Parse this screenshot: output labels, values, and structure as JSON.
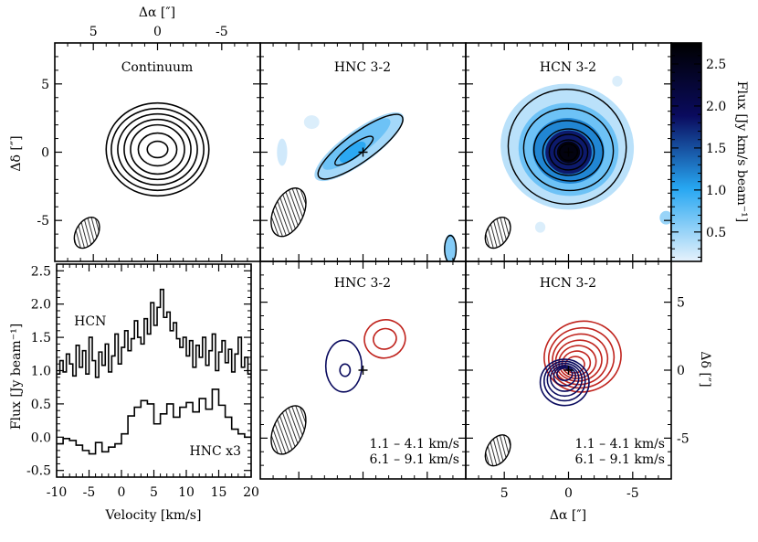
{
  "chart_data": [
    {
      "type": "contour",
      "panel": "continuum",
      "title": "Continuum",
      "xlabel": "Δα [″]",
      "ylabel": "Δδ [″]",
      "xlim": [
        8,
        -8
      ],
      "ylim": [
        -8,
        8
      ],
      "xticks": [
        5,
        0,
        -5
      ],
      "yticks": [
        5,
        0,
        -5
      ],
      "contours": {
        "color": "#000000",
        "center": [
          0,
          0.2
        ],
        "levels": [
          {
            "rx": 0.8,
            "ry": 0.6
          },
          {
            "rx": 1.5,
            "ry": 1.2
          },
          {
            "rx": 2.1,
            "ry": 1.8
          },
          {
            "rx": 2.6,
            "ry": 2.2
          },
          {
            "rx": 3.1,
            "ry": 2.6
          },
          {
            "rx": 3.6,
            "ry": 3.0
          },
          {
            "rx": 4.0,
            "ry": 3.4
          }
        ]
      },
      "beam": {
        "x": 5.5,
        "y": -5.9,
        "major": 2.6,
        "minor": 1.6,
        "angle_deg": 60
      }
    },
    {
      "type": "contour",
      "panel": "hnc_moment0",
      "title": "HNC 3-2",
      "xlim": [
        8,
        -8
      ],
      "ylim": [
        -8,
        8
      ],
      "filled_regions": [
        {
          "x": 0.3,
          "y": 0.4,
          "rx": 4.2,
          "ry": 1.2,
          "angle_deg": -36,
          "level": 0.45
        },
        {
          "x": 0.5,
          "y": 0.6,
          "rx": 3.2,
          "ry": 0.8,
          "angle_deg": -36,
          "level": 0.7
        },
        {
          "x": 0.8,
          "y": 0.0,
          "rx": 1.2,
          "ry": 0.5,
          "angle_deg": -36,
          "level": 1.0
        },
        {
          "x": 6.3,
          "y": 0.0,
          "rx": 0.4,
          "ry": 1.0,
          "angle_deg": 0,
          "level": 0.25
        },
        {
          "x": 4.0,
          "y": 2.2,
          "rx": 0.6,
          "ry": 0.5,
          "angle_deg": 0,
          "level": 0.2
        },
        {
          "x": -6.8,
          "y": -7.1,
          "rx": 0.5,
          "ry": 1.1,
          "angle_deg": 0,
          "level": 0.6
        }
      ],
      "contours": [
        {
          "x": 0.2,
          "y": 0.4,
          "rx": 4.0,
          "ry": 1.05,
          "angle_deg": -36
        },
        {
          "x": 0.7,
          "y": 0.1,
          "rx": 1.8,
          "ry": 0.45,
          "angle_deg": -36
        },
        {
          "x": -6.8,
          "y": -7.1,
          "rx": 0.45,
          "ry": 1.0,
          "angle_deg": 0
        }
      ],
      "marker": {
        "x": 0,
        "y": 0
      },
      "beam": {
        "x": 5.8,
        "y": -4.4,
        "major": 4.0,
        "minor": 2.2,
        "angle_deg": 65
      }
    },
    {
      "type": "contour",
      "panel": "hcn_moment0",
      "title": "HCN 3-2",
      "xlim": [
        8,
        -8
      ],
      "ylim": [
        -8,
        8
      ],
      "filled_regions": [
        {
          "x": 0.1,
          "y": 0.4,
          "rx": 5.2,
          "ry": 4.6,
          "angle_deg": 10,
          "level": 0.35
        },
        {
          "x": 0.0,
          "y": 0.2,
          "rx": 3.9,
          "ry": 3.4,
          "angle_deg": 10,
          "level": 0.7
        },
        {
          "x": 0.0,
          "y": 0.1,
          "rx": 2.8,
          "ry": 2.4,
          "angle_deg": 10,
          "level": 1.2
        },
        {
          "x": 0.0,
          "y": 0.0,
          "rx": 1.8,
          "ry": 1.6,
          "angle_deg": 0,
          "level": 1.8
        },
        {
          "x": 0.0,
          "y": 0.0,
          "rx": 0.9,
          "ry": 0.8,
          "angle_deg": 0,
          "level": 2.6
        },
        {
          "x": -7.6,
          "y": -4.8,
          "rx": 0.5,
          "ry": 0.5,
          "angle_deg": 0,
          "level": 0.5
        },
        {
          "x": -3.8,
          "y": 5.2,
          "rx": 0.4,
          "ry": 0.4,
          "angle_deg": 0,
          "level": 0.2
        },
        {
          "x": 2.2,
          "y": -5.5,
          "rx": 0.4,
          "ry": 0.4,
          "angle_deg": 0,
          "level": 0.2
        }
      ],
      "contours": [
        {
          "x": 0.1,
          "y": 0.4,
          "rx": 4.6,
          "ry": 4.2,
          "angle_deg": 10
        },
        {
          "x": 0.0,
          "y": 0.2,
          "rx": 3.5,
          "ry": 3.0,
          "angle_deg": 10
        },
        {
          "x": 0.0,
          "y": 0.1,
          "rx": 2.7,
          "ry": 2.2,
          "angle_deg": 10
        },
        {
          "x": 0.0,
          "y": 0.0,
          "rx": 2.0,
          "ry": 1.7,
          "angle_deg": 0
        },
        {
          "x": 0.0,
          "y": 0.0,
          "rx": 1.5,
          "ry": 1.3,
          "angle_deg": 0
        },
        {
          "x": 0.0,
          "y": 0.0,
          "rx": 1.1,
          "ry": 0.9,
          "angle_deg": 0
        },
        {
          "x": 0.0,
          "y": 0.0,
          "rx": 0.7,
          "ry": 0.6,
          "angle_deg": 0
        }
      ],
      "marker": {
        "x": 0,
        "y": 0
      },
      "beam": {
        "x": 5.5,
        "y": -5.9,
        "major": 2.6,
        "minor": 1.6,
        "angle_deg": 60
      }
    },
    {
      "type": "colorbar",
      "label": "Flux [Jy km/s beam⁻¹]",
      "range": [
        0.15,
        2.75
      ],
      "ticks": [
        0.5,
        1.0,
        1.5,
        2.0,
        2.5
      ],
      "tick_labels": [
        "0.5",
        "1.0",
        "1.5",
        "2.0",
        "2.5"
      ],
      "colors": [
        "#e6f2fc",
        "#27a7f2",
        "#0a0b5e",
        "#000000"
      ]
    },
    {
      "type": "line",
      "panel": "spectra",
      "xlabel": "Velocity [km/s]",
      "ylabel": "Flux [Jy beam⁻¹]",
      "xlim": [
        -10,
        20
      ],
      "ylim": [
        -0.6,
        2.6
      ],
      "xticks": [
        -10,
        -5,
        0,
        5,
        10,
        15,
        20
      ],
      "yticks": [
        -0.5,
        0.0,
        0.5,
        1.0,
        1.5,
        2.0,
        2.5
      ],
      "series": [
        {
          "name": "HCN",
          "step": true,
          "x": [
            -10,
            -9.5,
            -9,
            -8.5,
            -8,
            -7.5,
            -7,
            -6.5,
            -6,
            -5.5,
            -5,
            -4.5,
            -4,
            -3.5,
            -3,
            -2.5,
            -2,
            -1.5,
            -1,
            -0.5,
            0,
            0.5,
            1,
            1.5,
            2,
            2.5,
            3,
            3.5,
            4,
            4.5,
            5,
            5.5,
            6,
            6.5,
            7,
            7.5,
            8,
            8.5,
            9,
            9.5,
            10,
            10.5,
            11,
            11.5,
            12,
            12.5,
            13,
            13.5,
            14,
            14.5,
            15,
            15.5,
            16,
            16.5,
            17,
            17.5,
            18,
            18.5,
            19,
            19.5
          ],
          "values": [
            0.95,
            1.15,
            0.98,
            1.25,
            1.1,
            0.92,
            1.38,
            1.05,
            1.3,
            0.95,
            1.5,
            1.15,
            0.9,
            1.28,
            1.08,
            1.4,
            0.98,
            1.22,
            1.55,
            1.1,
            1.35,
            1.6,
            1.3,
            1.48,
            1.75,
            1.5,
            1.4,
            1.78,
            1.55,
            2.02,
            1.68,
            1.95,
            2.22,
            1.8,
            1.88,
            1.6,
            1.72,
            1.48,
            1.35,
            1.5,
            1.22,
            1.45,
            1.05,
            1.38,
            1.2,
            1.5,
            1.08,
            1.3,
            1.55,
            1.0,
            1.28,
            1.45,
            1.12,
            1.32,
            0.98,
            1.25,
            1.5,
            1.05,
            1.2,
            0.95
          ]
        },
        {
          "name": "HNC x3",
          "step": true,
          "x": [
            -10,
            -9,
            -8,
            -7,
            -6,
            -5,
            -4,
            -3,
            -2,
            -1,
            0,
            1,
            2,
            3,
            4,
            5,
            6,
            7,
            8,
            9,
            10,
            11,
            12,
            13,
            14,
            15,
            16,
            17,
            18,
            19
          ],
          "values": [
            -0.1,
            -0.02,
            -0.05,
            -0.12,
            -0.2,
            -0.25,
            -0.08,
            -0.22,
            -0.15,
            -0.1,
            0.05,
            0.32,
            0.45,
            0.55,
            0.5,
            0.2,
            0.35,
            0.5,
            0.3,
            0.45,
            0.52,
            0.38,
            0.58,
            0.42,
            0.72,
            0.48,
            0.3,
            0.12,
            0.05,
            0.0
          ]
        }
      ],
      "annotations": [
        {
          "text": "HCN",
          "x": -7.3,
          "y": 1.68
        },
        {
          "text": "HNC x3",
          "x": 10.5,
          "y": -0.27
        }
      ]
    },
    {
      "type": "contour",
      "panel": "hnc_channels",
      "title": "HNC 3-2",
      "xlim": [
        8,
        -8
      ],
      "ylim": [
        -8,
        8
      ],
      "blue_contours": [
        {
          "x": 1.5,
          "y": 0.3,
          "rx": 1.4,
          "ry": 1.9,
          "angle_deg": 0
        },
        {
          "x": 1.4,
          "y": 0.0,
          "rx": 0.4,
          "ry": 0.45,
          "angle_deg": 0
        }
      ],
      "red_contours": [
        {
          "x": -1.7,
          "y": 2.3,
          "rx": 1.6,
          "ry": 1.4,
          "angle_deg": -15
        },
        {
          "x": -1.7,
          "y": 2.3,
          "rx": 0.9,
          "ry": 0.75,
          "angle_deg": -15
        }
      ],
      "marker": {
        "x": 0,
        "y": 0
      },
      "beam": {
        "x": 5.8,
        "y": -4.4,
        "major": 4.0,
        "minor": 2.2,
        "angle_deg": 65
      },
      "legend": [
        {
          "text": "1.1 – 4.1 km/s",
          "color": "#0a0b5e"
        },
        {
          "text": "6.1 – 9.1 km/s",
          "color": "#c0241e"
        }
      ]
    },
    {
      "type": "contour",
      "panel": "hcn_channels",
      "title": "HCN 3-2",
      "xlabel": "Δα [″]",
      "ylabel": "Δδ [″]",
      "xlim": [
        8,
        -8
      ],
      "ylim": [
        -8,
        8
      ],
      "xticks": [
        5,
        0,
        -5
      ],
      "yticks": [
        5,
        0,
        -5
      ],
      "blue_contours": [
        {
          "x": 0.3,
          "y": -0.9,
          "rx": 1.9,
          "ry": 1.7,
          "angle_deg": 0
        },
        {
          "x": 0.3,
          "y": -0.8,
          "rx": 1.6,
          "ry": 1.45,
          "angle_deg": 0
        },
        {
          "x": 0.3,
          "y": -0.7,
          "rx": 1.35,
          "ry": 1.2,
          "angle_deg": 0
        },
        {
          "x": 0.3,
          "y": -0.6,
          "rx": 1.1,
          "ry": 0.95,
          "angle_deg": 0
        },
        {
          "x": 0.3,
          "y": -0.45,
          "rx": 0.85,
          "ry": 0.7,
          "angle_deg": 0
        },
        {
          "x": 0.3,
          "y": -0.3,
          "rx": 0.6,
          "ry": 0.45,
          "angle_deg": 0
        }
      ],
      "red_contours": [
        {
          "x": -1.1,
          "y": 1.0,
          "rx": 3.0,
          "ry": 2.6,
          "angle_deg": -10
        },
        {
          "x": -1.0,
          "y": 0.9,
          "rx": 2.55,
          "ry": 2.2,
          "angle_deg": -10
        },
        {
          "x": -0.9,
          "y": 0.8,
          "rx": 2.15,
          "ry": 1.85,
          "angle_deg": -10
        },
        {
          "x": -0.8,
          "y": 0.7,
          "rx": 1.8,
          "ry": 1.5,
          "angle_deg": -10
        },
        {
          "x": -0.7,
          "y": 0.6,
          "rx": 1.45,
          "ry": 1.2,
          "angle_deg": -10
        },
        {
          "x": -0.6,
          "y": 0.5,
          "rx": 1.1,
          "ry": 0.9,
          "angle_deg": -10
        },
        {
          "x": -0.5,
          "y": 0.4,
          "rx": 0.75,
          "ry": 0.6,
          "angle_deg": -10
        }
      ],
      "marker": {
        "x": 0,
        "y": 0
      },
      "beam": {
        "x": 5.5,
        "y": -5.9,
        "major": 2.6,
        "minor": 1.6,
        "angle_deg": 60
      },
      "legend": [
        {
          "text": "1.1 – 4.1 km/s",
          "color": "#0a0b5e"
        },
        {
          "text": "6.1 – 9.1 km/s",
          "color": "#c0241e"
        }
      ]
    }
  ]
}
